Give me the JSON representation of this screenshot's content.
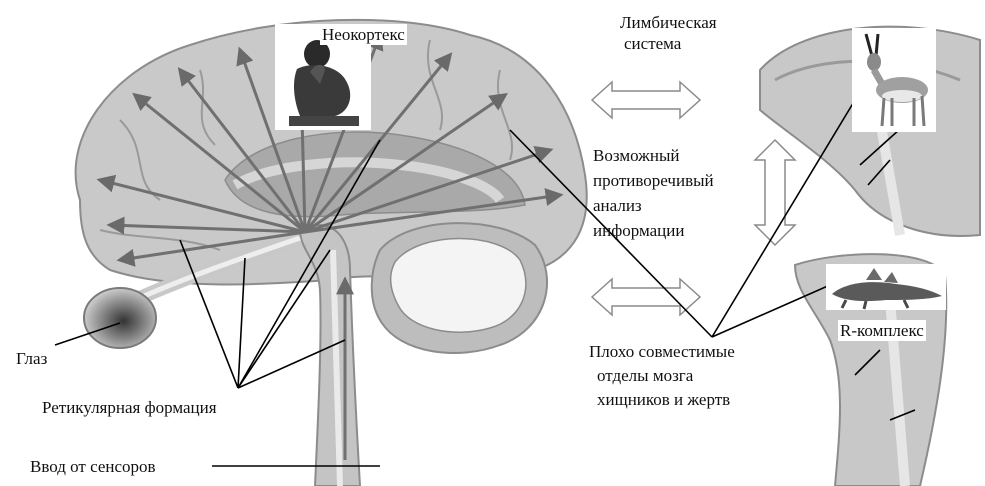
{
  "labels": {
    "neocortex": "Неокортекс",
    "limbic_line1": "Лимбическая",
    "limbic_line2": "система",
    "analysis_line1": "Возможный",
    "analysis_line2": "противоречивый",
    "analysis_line3": "анализ",
    "analysis_line4": "информации",
    "r_complex": "R-комплекс",
    "eye": "Глаз",
    "reticular": "Ретикулярная формация",
    "sensor_input": "Ввод от сенсоров",
    "incompatible_line1": "Плохо совместимые",
    "incompatible_line2": "отделы мозга",
    "incompatible_line3": "хищников и жертв"
  },
  "colors": {
    "cortex": "#c9c9c9",
    "cortex_dark": "#9c9c9c",
    "cerebellum": "#bdbdbd",
    "cerebellum_inner": "#f4f4f4",
    "fiber": "#707070",
    "pointer": "#000000"
  },
  "icons": {
    "neocortex_picture": "thinker-statue-icon",
    "limbic_picture": "antelope-icon",
    "r_complex_picture": "crocodile-icon"
  }
}
